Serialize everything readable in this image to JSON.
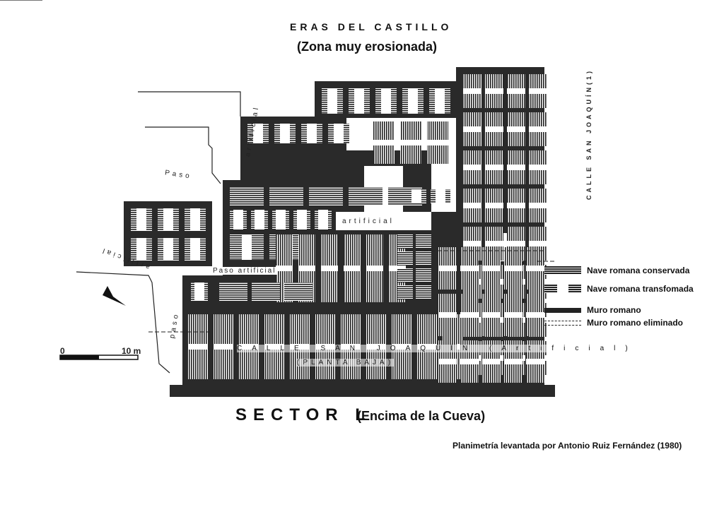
{
  "header": {
    "title": "ERAS DEL CASTILLO",
    "subtitle": "(Zona muy erosionada)"
  },
  "plan_labels": {
    "paso_artificial_top": "artificial",
    "paso_top": "Paso",
    "artificial_center": "artificial",
    "paso_left": "artificial",
    "paso_artificial_mid": "Paso artificial",
    "paso_lower": "paso",
    "street_right": "CALLE SAN JOAQUÍN(1)",
    "street_bottom": "CALLE SAN JOAQUÍN (Artificial)",
    "planta_baja": "(PLANTA BAJA)"
  },
  "legend": [
    {
      "label": "Nave romana conservada",
      "icon": "hatched-nave-icon"
    },
    {
      "label": "Nave romana transfomada",
      "icon": "hatched-nave-gap-icon"
    },
    {
      "label": "Muro romano",
      "icon": "solid-wall-icon"
    },
    {
      "label": "Muro romano eliminado",
      "icon": "dashed-wall-icon"
    }
  ],
  "scale": {
    "start": "0",
    "end": "10 m"
  },
  "footer": {
    "sector": "SECTOR L",
    "sector_note": "(Encima de la Cueva)",
    "credit": "Planimetría levantada por Antonio Ruiz Fernández (1980)"
  },
  "colors": {
    "ink": "#111111",
    "paper": "#ffffff"
  }
}
